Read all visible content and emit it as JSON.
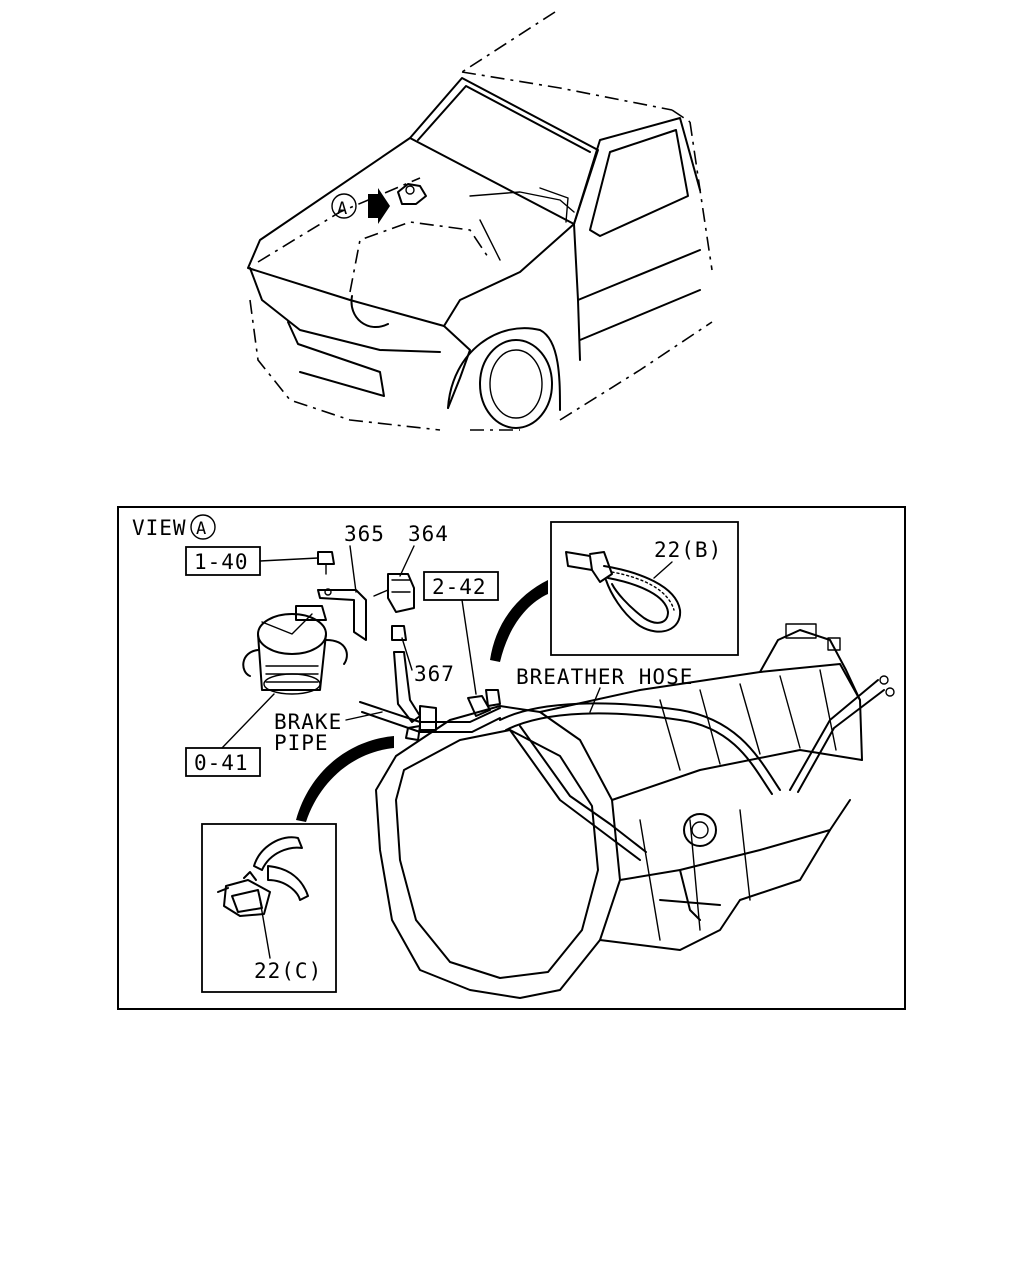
{
  "view": {
    "circle_letter": "A",
    "title_prefix": "VIEW"
  },
  "labels": {
    "ref_1_40": "1-40",
    "ref_0_41": "0-41",
    "ref_2_42": "2-42",
    "part_365": "365",
    "part_364": "364",
    "part_367": "367",
    "part_22b": "22(B)",
    "part_22c": "22(C)",
    "breather_hose": "BREATHER HOSE",
    "brake_line1": "BRAKE",
    "brake_line2": "PIPE"
  }
}
